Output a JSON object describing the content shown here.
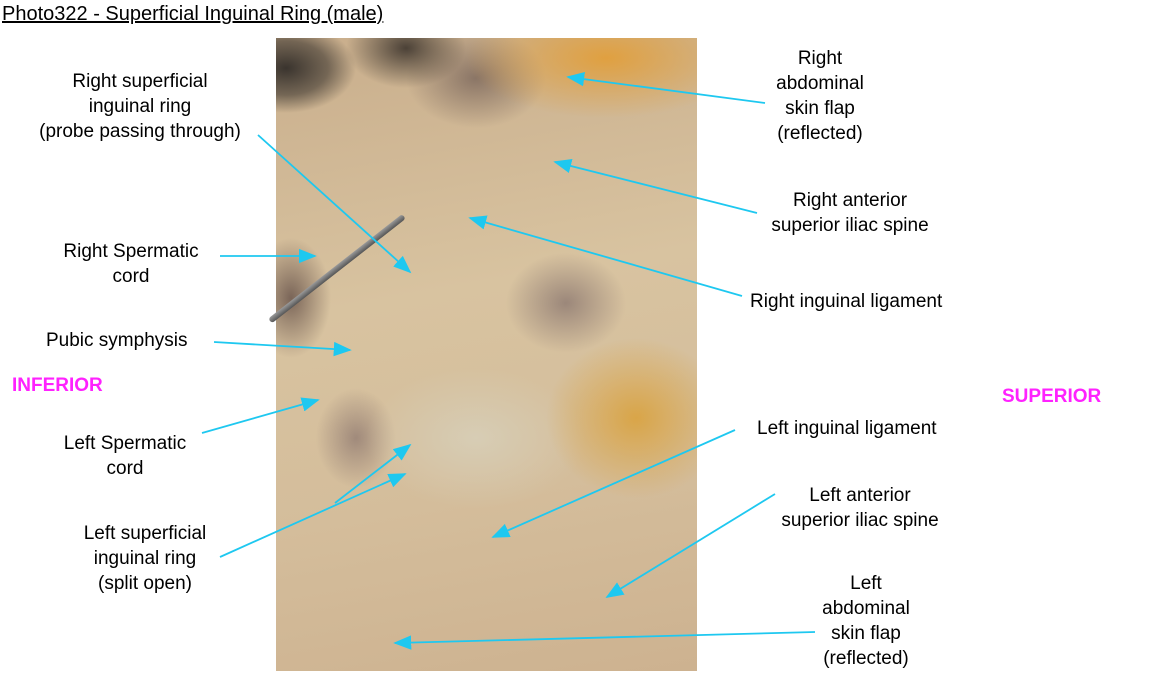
{
  "title": "Photo322 - Superficial Inguinal Ring (male)",
  "directions": {
    "left": "INFERIOR",
    "right": "SUPERIOR"
  },
  "colors": {
    "arrow": "#1ec8f0",
    "direction": "#ff22ff"
  },
  "labels": {
    "right_skin_flap": [
      "Right",
      "abdominal",
      "skin flap",
      "(reflected)"
    ],
    "right_ring": [
      "Right superficial",
      "inguinal ring",
      "(probe passing through)"
    ],
    "right_asis": [
      "Right anterior",
      "superior iliac spine"
    ],
    "right_cord": [
      "Right Spermatic",
      "cord"
    ],
    "right_ligament": "Right inguinal ligament",
    "pubic": "Pubic symphysis",
    "left_cord": [
      "Left Spermatic",
      "cord"
    ],
    "left_ligament": "Left inguinal ligament",
    "left_asis": [
      "Left anterior",
      "superior iliac spine"
    ],
    "left_ring": [
      "Left superficial",
      "inguinal ring",
      "(split open)"
    ],
    "left_skin_flap": [
      "Left",
      "abdominal",
      "skin flap",
      "(reflected)"
    ]
  }
}
